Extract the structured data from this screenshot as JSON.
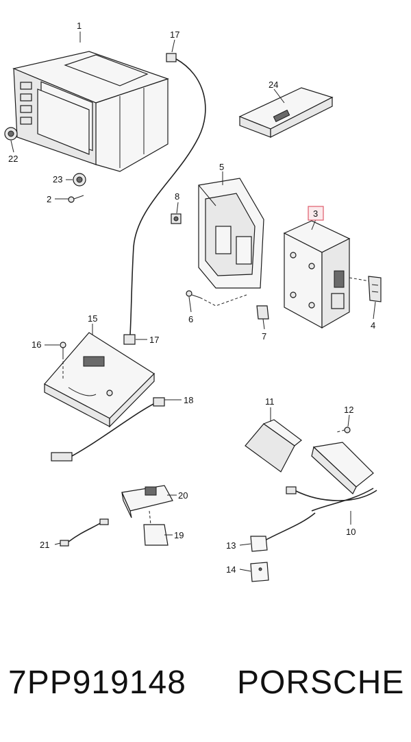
{
  "callouts": {
    "c1": "1",
    "c2": "2",
    "c3": "3",
    "c4": "4",
    "c5": "5",
    "c6": "6",
    "c7": "7",
    "c8": "8",
    "c10": "10",
    "c11": "11",
    "c12": "12",
    "c13": "13",
    "c14": "14",
    "c15": "15",
    "c16": "16",
    "c17a": "17",
    "c17b": "17",
    "c18": "18",
    "c19": "19",
    "c20": "20",
    "c21": "21",
    "c22": "22",
    "c23": "23",
    "c24": "24"
  },
  "highlight_color": "#e05a6a",
  "caption": {
    "part_number": "7PP919148",
    "brand": "PORSCHE"
  }
}
